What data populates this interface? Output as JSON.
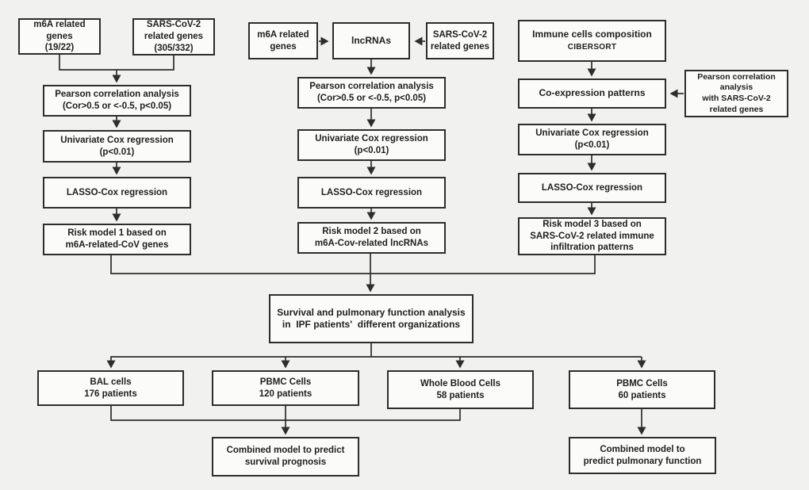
{
  "colors": {
    "background": "#f1f1ef",
    "box_fill": "#fbfbfa",
    "line": "#2d2d2d",
    "text": "#1f1f1f"
  },
  "nodes": {
    "m6a_genes_left": {
      "lines": [
        "m6A related",
        "genes",
        "(19/22)"
      ]
    },
    "sars_genes_left": {
      "lines": [
        "SARS-CoV-2",
        "related genes",
        "(305/332)"
      ]
    },
    "pearson_left": {
      "lines": [
        "Pearson correlation analysis",
        "(Cor>0.5 or <-0.5, p<0.05)"
      ]
    },
    "univariate_left": {
      "lines": [
        "Univariate Cox regression",
        "(p<0.01)"
      ]
    },
    "lasso_left": {
      "lines": [
        "LASSO-Cox regression"
      ]
    },
    "risk_model_1": {
      "lines": [
        "Risk model 1 based on",
        "m6A-related-CoV genes"
      ]
    },
    "m6a_genes_mid": {
      "lines": [
        "m6A related",
        "genes"
      ]
    },
    "lncrnas": {
      "lines": [
        "lncRNAs"
      ]
    },
    "sars_genes_mid": {
      "lines": [
        "SARS-CoV-2",
        "related genes"
      ]
    },
    "pearson_mid": {
      "lines": [
        "Pearson correlation analysis",
        "(Cor>0.5 or <-0.5, p<0.05)"
      ]
    },
    "univariate_mid": {
      "lines": [
        "Univariate Cox regression",
        "(p<0.01)"
      ]
    },
    "lasso_mid": {
      "lines": [
        "LASSO-Cox regression"
      ]
    },
    "risk_model_2": {
      "lines": [
        "Risk model 2 based on",
        "m6A-Cov-related lncRNAs"
      ]
    },
    "immune_cells": {
      "lines": [
        "Immune cells composition",
        "CIBERSORT"
      ]
    },
    "coexpression": {
      "lines": [
        "Co-expression patterns"
      ]
    },
    "pearson_side": {
      "lines": [
        "Pearson correlation",
        "analysis",
        "with SARS-CoV-2",
        "related genes"
      ]
    },
    "univariate_right": {
      "lines": [
        "Univariate Cox regression",
        "(p<0.01)"
      ]
    },
    "lasso_right": {
      "lines": [
        "LASSO-Cox regression"
      ]
    },
    "risk_model_3": {
      "lines": [
        "Risk model 3 based on",
        "SARS-CoV-2 related immune",
        "infiltration patterns"
      ]
    },
    "survival_analysis": {
      "lines": [
        "Survival and pulmonary function analysis",
        "in  IPF patients'  different organizations"
      ]
    },
    "bal_cells": {
      "lines": [
        "BAL cells",
        "176 patients"
      ]
    },
    "pbmc_120": {
      "lines": [
        "PBMC Cells",
        "120 patients"
      ]
    },
    "whole_blood": {
      "lines": [
        "Whole Blood Cells",
        "58 patients"
      ]
    },
    "pbmc_60": {
      "lines": [
        "PBMC Cells",
        "60 patients"
      ]
    },
    "combined_survival": {
      "lines": [
        "Combined model to predict",
        "survival prognosis"
      ]
    },
    "combined_pulmonary": {
      "lines": [
        "Combined model to",
        "predict pulmonary function"
      ]
    }
  }
}
